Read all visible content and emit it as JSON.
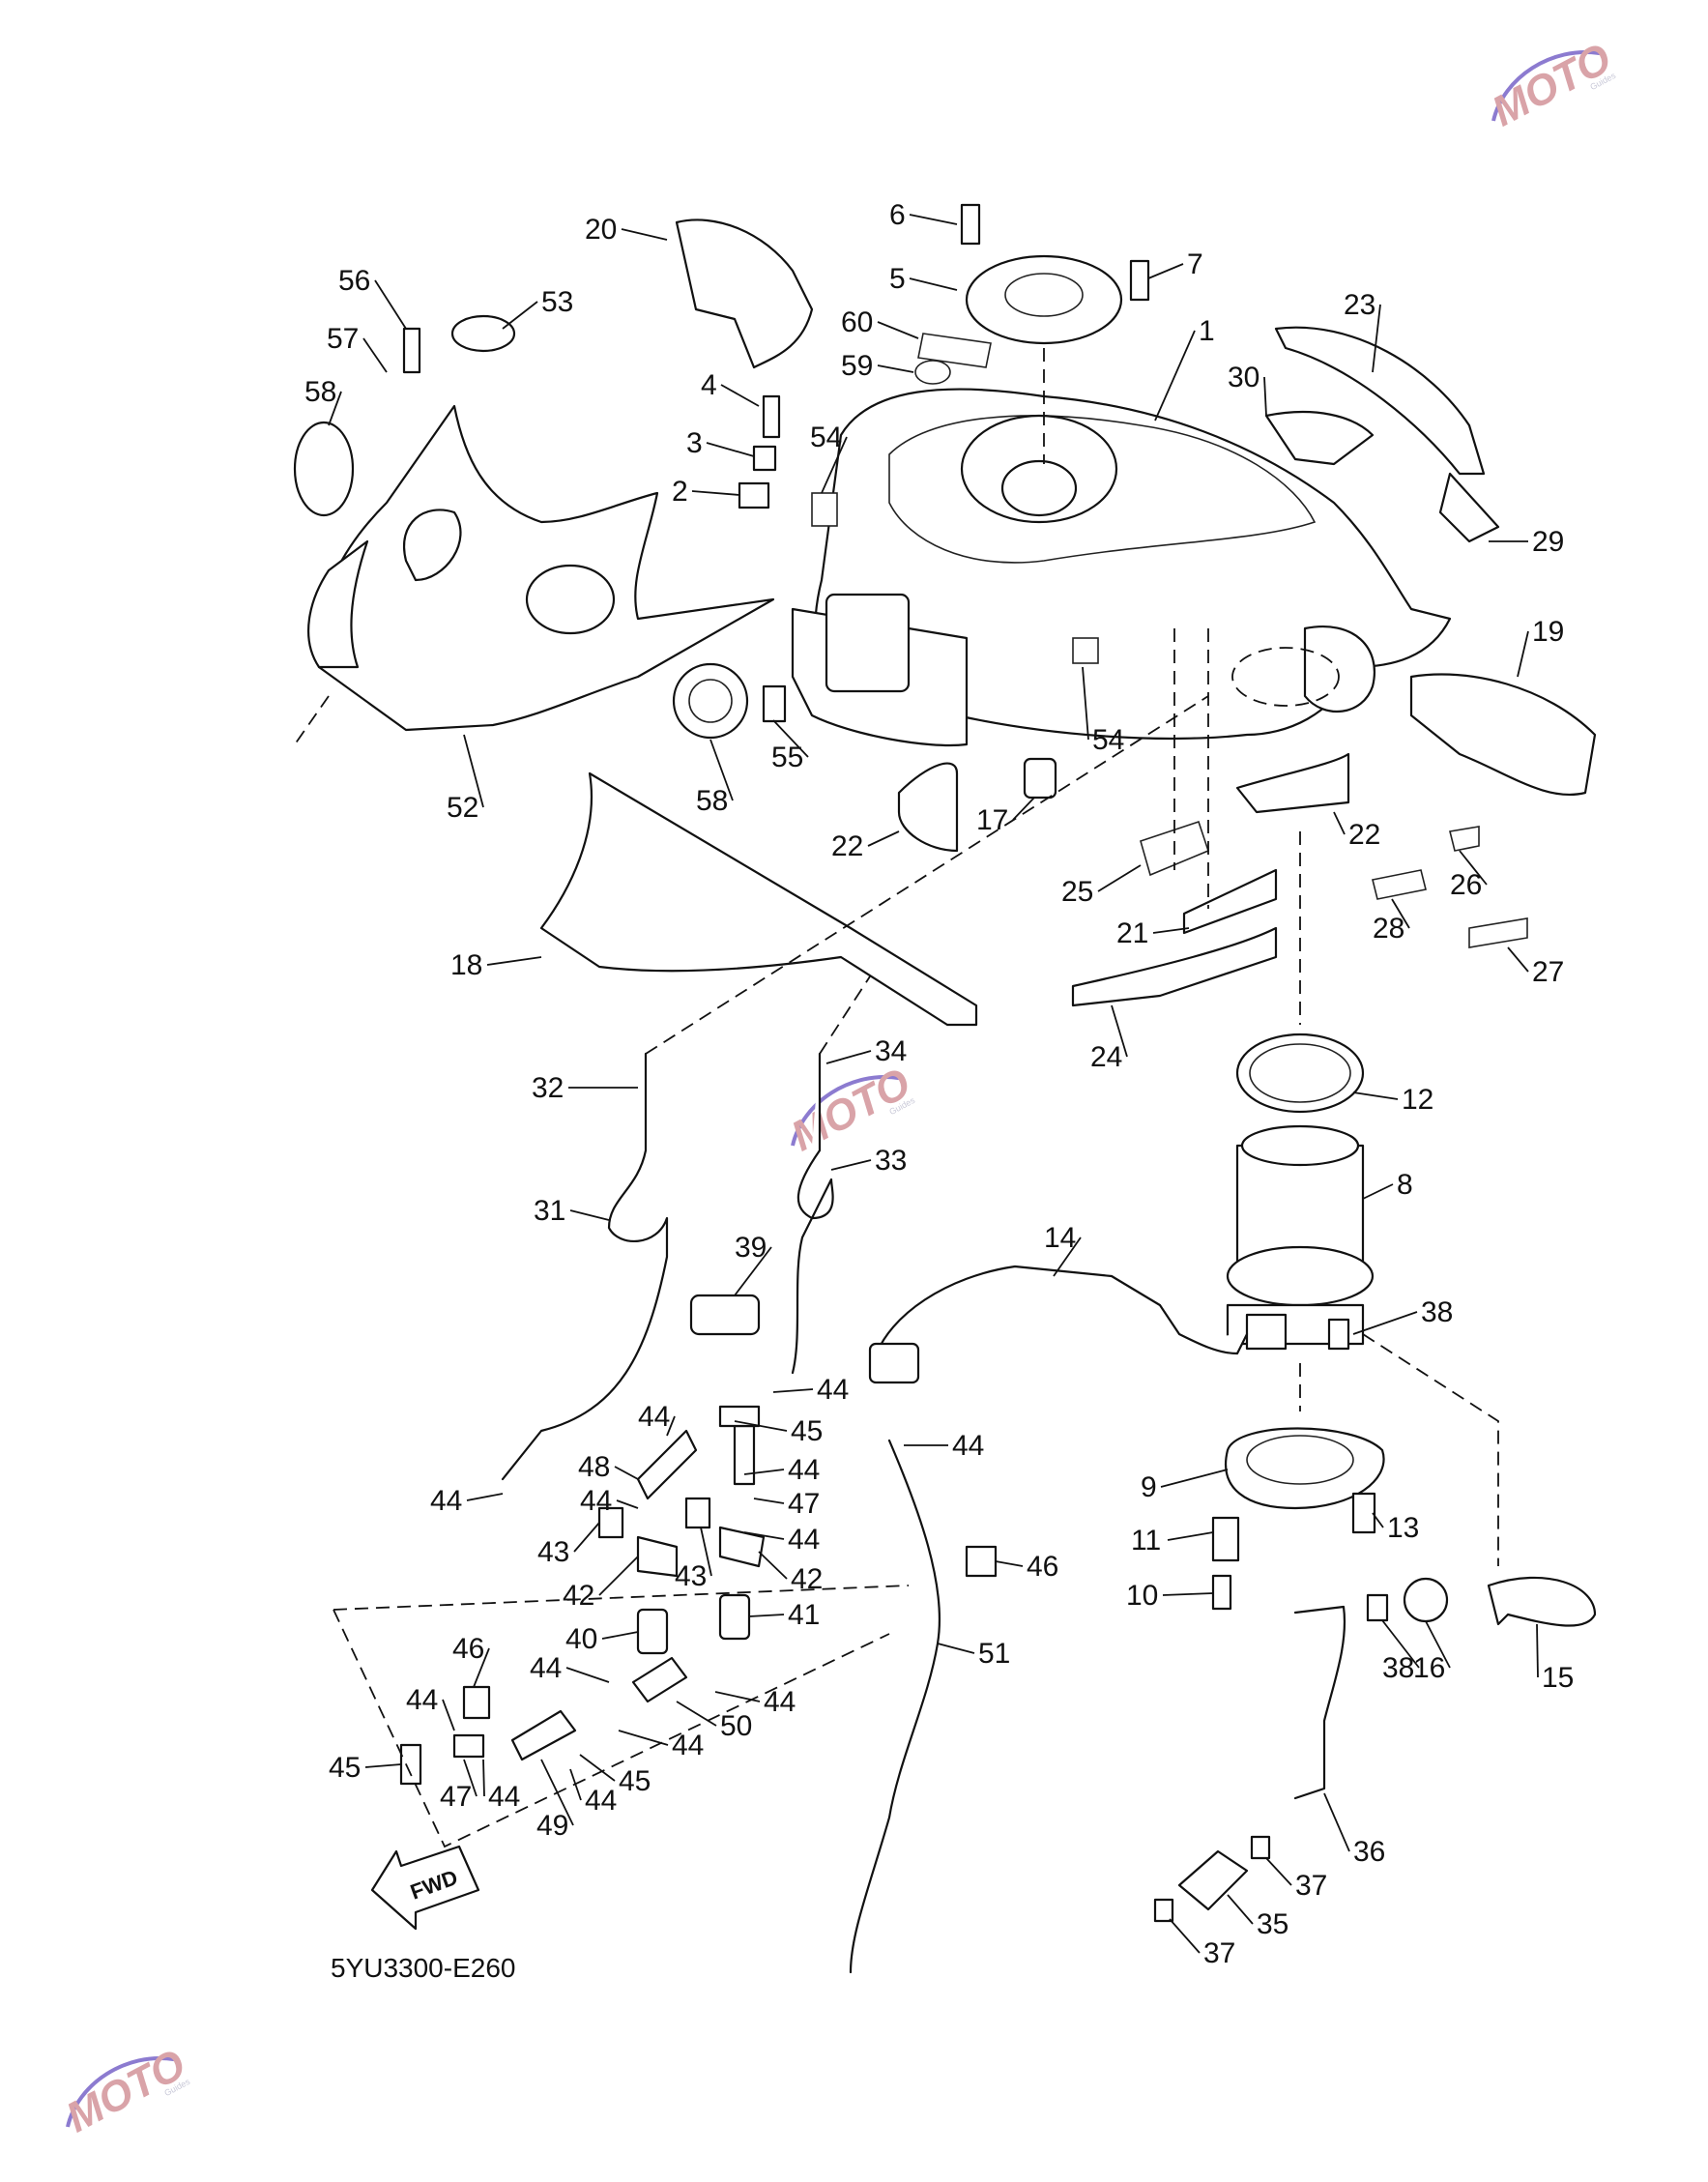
{
  "diagram_code": "5YU3300-E260",
  "fwd_label": "FWD",
  "watermark": {
    "text": "MOTO",
    "sub": "Guides"
  },
  "callouts": [
    {
      "id": "c-20",
      "label": "20"
    },
    {
      "id": "c-6",
      "label": "6"
    },
    {
      "id": "c-5",
      "label": "5"
    },
    {
      "id": "c-7",
      "label": "7"
    },
    {
      "id": "c-56",
      "label": "56"
    },
    {
      "id": "c-53",
      "label": "53"
    },
    {
      "id": "c-57",
      "label": "57"
    },
    {
      "id": "c-60",
      "label": "60"
    },
    {
      "id": "c-1",
      "label": "1"
    },
    {
      "id": "c-23",
      "label": "23"
    },
    {
      "id": "c-58a",
      "label": "58"
    },
    {
      "id": "c-59",
      "label": "59"
    },
    {
      "id": "c-30",
      "label": "30"
    },
    {
      "id": "c-4",
      "label": "4"
    },
    {
      "id": "c-3",
      "label": "3"
    },
    {
      "id": "c-54a",
      "label": "54"
    },
    {
      "id": "c-2",
      "label": "2"
    },
    {
      "id": "c-29",
      "label": "29"
    },
    {
      "id": "c-19",
      "label": "19"
    },
    {
      "id": "c-54b",
      "label": "54"
    },
    {
      "id": "c-55",
      "label": "55"
    },
    {
      "id": "c-52",
      "label": "52"
    },
    {
      "id": "c-58b",
      "label": "58"
    },
    {
      "id": "c-17",
      "label": "17"
    },
    {
      "id": "c-22a",
      "label": "22"
    },
    {
      "id": "c-22b",
      "label": "22"
    },
    {
      "id": "c-26",
      "label": "26"
    },
    {
      "id": "c-25",
      "label": "25"
    },
    {
      "id": "c-21",
      "label": "21"
    },
    {
      "id": "c-28",
      "label": "28"
    },
    {
      "id": "c-27",
      "label": "27"
    },
    {
      "id": "c-18",
      "label": "18"
    },
    {
      "id": "c-24",
      "label": "24"
    },
    {
      "id": "c-32",
      "label": "32"
    },
    {
      "id": "c-34",
      "label": "34"
    },
    {
      "id": "c-12",
      "label": "12"
    },
    {
      "id": "c-33",
      "label": "33"
    },
    {
      "id": "c-31",
      "label": "31"
    },
    {
      "id": "c-8",
      "label": "8"
    },
    {
      "id": "c-14",
      "label": "14"
    },
    {
      "id": "c-39",
      "label": "39"
    },
    {
      "id": "c-38a",
      "label": "38"
    },
    {
      "id": "c-44a",
      "label": "44"
    },
    {
      "id": "c-44b",
      "label": "44"
    },
    {
      "id": "c-45a",
      "label": "45"
    },
    {
      "id": "c-44c",
      "label": "44"
    },
    {
      "id": "c-48",
      "label": "48"
    },
    {
      "id": "c-44d",
      "label": "44"
    },
    {
      "id": "c-9",
      "label": "9"
    },
    {
      "id": "c-44e",
      "label": "44"
    },
    {
      "id": "c-44f",
      "label": "44"
    },
    {
      "id": "c-47a",
      "label": "47"
    },
    {
      "id": "c-44g",
      "label": "44"
    },
    {
      "id": "c-13",
      "label": "13"
    },
    {
      "id": "c-11",
      "label": "11"
    },
    {
      "id": "c-43a",
      "label": "43"
    },
    {
      "id": "c-43b",
      "label": "43"
    },
    {
      "id": "c-42a",
      "label": "42"
    },
    {
      "id": "c-42b",
      "label": "42"
    },
    {
      "id": "c-46a",
      "label": "46"
    },
    {
      "id": "c-10",
      "label": "10"
    },
    {
      "id": "c-40",
      "label": "40"
    },
    {
      "id": "c-41",
      "label": "41"
    },
    {
      "id": "c-51",
      "label": "51"
    },
    {
      "id": "c-46b",
      "label": "46"
    },
    {
      "id": "c-44h",
      "label": "44"
    },
    {
      "id": "c-38b",
      "label": "38"
    },
    {
      "id": "c-16",
      "label": "16"
    },
    {
      "id": "c-15",
      "label": "15"
    },
    {
      "id": "c-44i",
      "label": "44"
    },
    {
      "id": "c-44j",
      "label": "44"
    },
    {
      "id": "c-50",
      "label": "50"
    },
    {
      "id": "c-44k",
      "label": "44"
    },
    {
      "id": "c-45b",
      "label": "45"
    },
    {
      "id": "c-47b",
      "label": "47"
    },
    {
      "id": "c-44l",
      "label": "44"
    },
    {
      "id": "c-45c",
      "label": "45"
    },
    {
      "id": "c-49",
      "label": "49"
    },
    {
      "id": "c-44m",
      "label": "44"
    },
    {
      "id": "c-36",
      "label": "36"
    },
    {
      "id": "c-37a",
      "label": "37"
    },
    {
      "id": "c-35",
      "label": "35"
    },
    {
      "id": "c-37b",
      "label": "37"
    }
  ]
}
